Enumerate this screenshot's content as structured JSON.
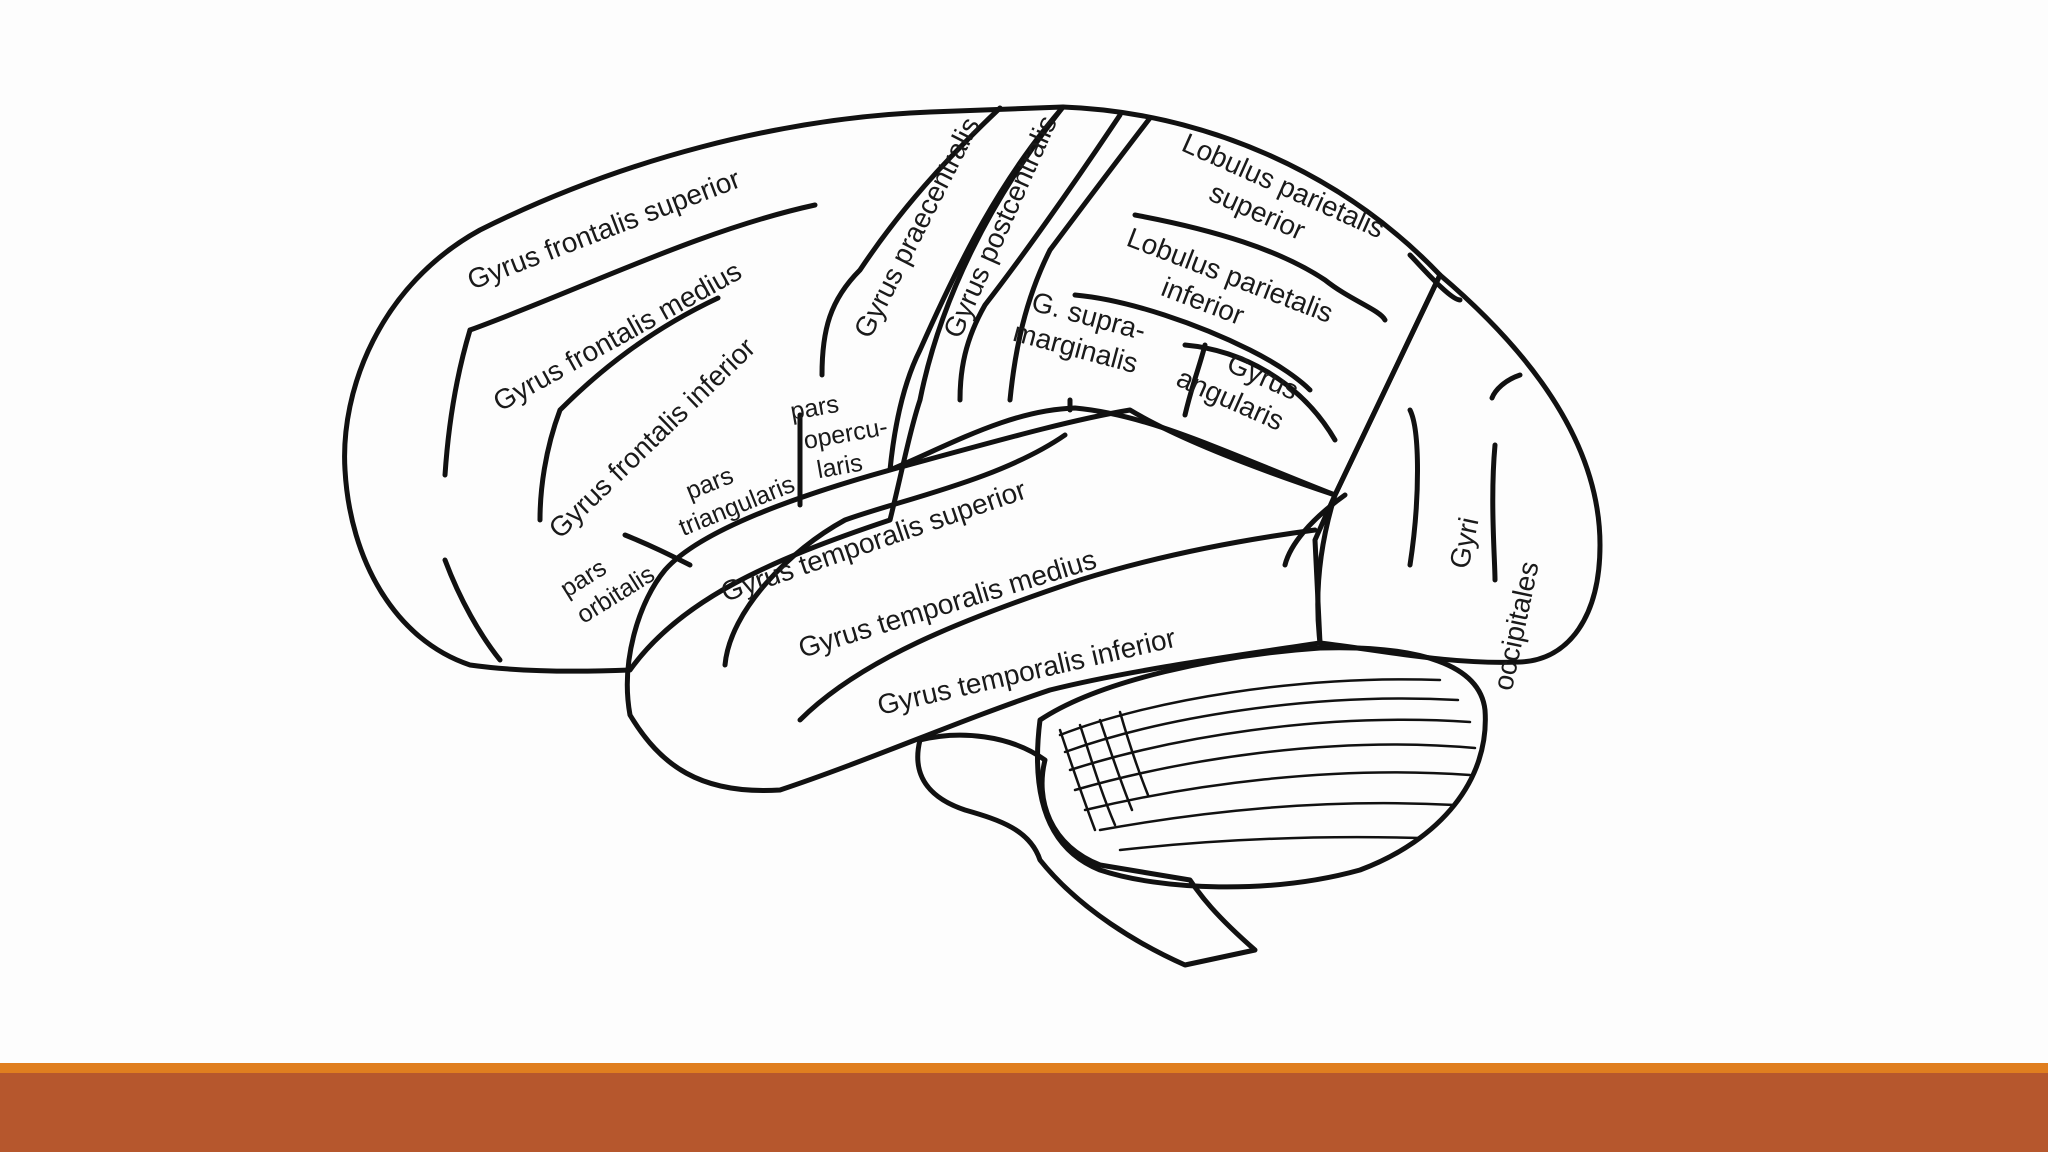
{
  "colors": {
    "frontal": "#f8f8b4",
    "parietal": "#f8b5b5",
    "temporal": "#b6f5b4",
    "occipital": "#b2b3f7",
    "footer_line": "#e07e1f",
    "footer_bar": "#b6572d",
    "background": "#fdfdfd"
  },
  "labels": {
    "gyrus_frontalis_superior": "Gyrus frontalis superior",
    "gyrus_frontalis_medius": "Gyrus frontalis medius",
    "gyrus_frontalis_inferior": "Gyrus frontalis inferior",
    "gyrus_praecentralis": "Gyrus praecentralis",
    "gyrus_postcentralis": "Gyrus postcentralis",
    "lobulus_parietalis_superior": [
      "Lobulus parietalis",
      "superior"
    ],
    "lobulus_parietalis_inferior": [
      "Lobulus parietalis",
      "inferior"
    ],
    "g_supramarginalis": [
      "G. supra-",
      "marginalis"
    ],
    "gyrus_angularis": [
      "Gyrus",
      "angularis"
    ],
    "pars_opercularis": [
      "pars",
      "opercu-",
      "laris"
    ],
    "pars_triangularis": [
      "pars",
      "triangularis"
    ],
    "pars_orbitalis": [
      "pars",
      "orbitalis"
    ],
    "gyrus_temporalis_superior": "Gyrus temporalis superior",
    "gyrus_temporalis_medius": "Gyrus temporalis medius",
    "gyrus_temporalis_inferior": "Gyrus temporalis inferior",
    "gyri_occipitales": [
      "Gyri",
      "occipitales"
    ]
  }
}
